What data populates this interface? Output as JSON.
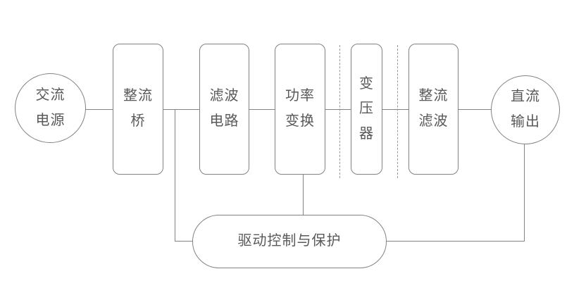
{
  "diagram": {
    "type": "block-diagram",
    "subject": "switching-power-supply",
    "colors": {
      "background": "#ffffff",
      "line": "#838383",
      "dashed_line": "#999999",
      "text": "#595959",
      "node_border": "#828282"
    },
    "nodes": {
      "ac_source": {
        "label": "交流\n电源",
        "shape": "circle"
      },
      "rectifier_bridge": {
        "label": "整流\n桥",
        "shape": "rounded-rect"
      },
      "filter_circuit": {
        "label": "滤波\n电路",
        "shape": "rounded-rect"
      },
      "power_conversion": {
        "label": "功率\n变换",
        "shape": "rounded-rect"
      },
      "transformer": {
        "label": "变\n压\n器",
        "shape": "rounded-rect"
      },
      "rectifier_filter": {
        "label": "整流\n滤波",
        "shape": "rounded-rect"
      },
      "dc_output": {
        "label": "直流\n输出",
        "shape": "circle"
      },
      "drive_control": {
        "label": "驱动控制与保护",
        "shape": "pill"
      }
    },
    "edges": [
      {
        "from": "ac_source",
        "to": "rectifier_bridge"
      },
      {
        "from": "rectifier_bridge",
        "to": "filter_circuit"
      },
      {
        "from": "filter_circuit",
        "to": "power_conversion"
      },
      {
        "from": "power_conversion",
        "to": "transformer"
      },
      {
        "from": "transformer",
        "to": "rectifier_filter"
      },
      {
        "from": "rectifier_filter",
        "to": "dc_output"
      },
      {
        "from": "rectifier_bridge",
        "to": "drive_control"
      },
      {
        "from": "power_conversion",
        "to": "drive_control"
      },
      {
        "from": "dc_output",
        "to": "drive_control"
      }
    ],
    "isolation_boundaries": {
      "count": 2,
      "style": "vertical-dashed",
      "location": "flanking transformer block"
    }
  }
}
